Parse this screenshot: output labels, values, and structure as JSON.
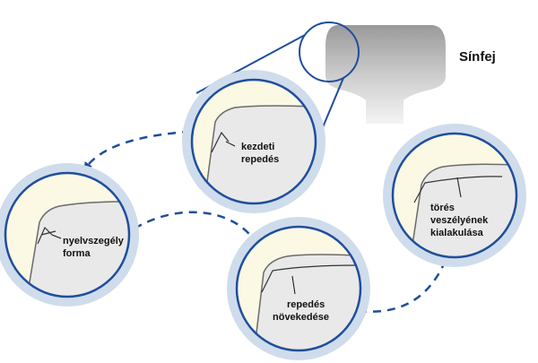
{
  "rail_head_label": "Sínfej",
  "stages": [
    {
      "id": "initial-crack",
      "lines": [
        "kezdeti",
        "repedés"
      ]
    },
    {
      "id": "tongue-lip",
      "lines": [
        "nyelvszegély",
        "forma"
      ]
    },
    {
      "id": "crack-growth",
      "lines": [
        "repedés",
        "növekedése"
      ]
    },
    {
      "id": "fracture-risk",
      "lines": [
        "törés",
        "veszélyének",
        "kialakulása"
      ]
    }
  ],
  "colors": {
    "ring_outer": "#cfdcec",
    "ring_line": "#1f4e9c",
    "arrow": "#1f4e9c",
    "rail_top": "#999999",
    "rail_bottom": "#f2f2f2",
    "cream": "#fbf8e4",
    "gray_fill": "#e6e6e6"
  }
}
